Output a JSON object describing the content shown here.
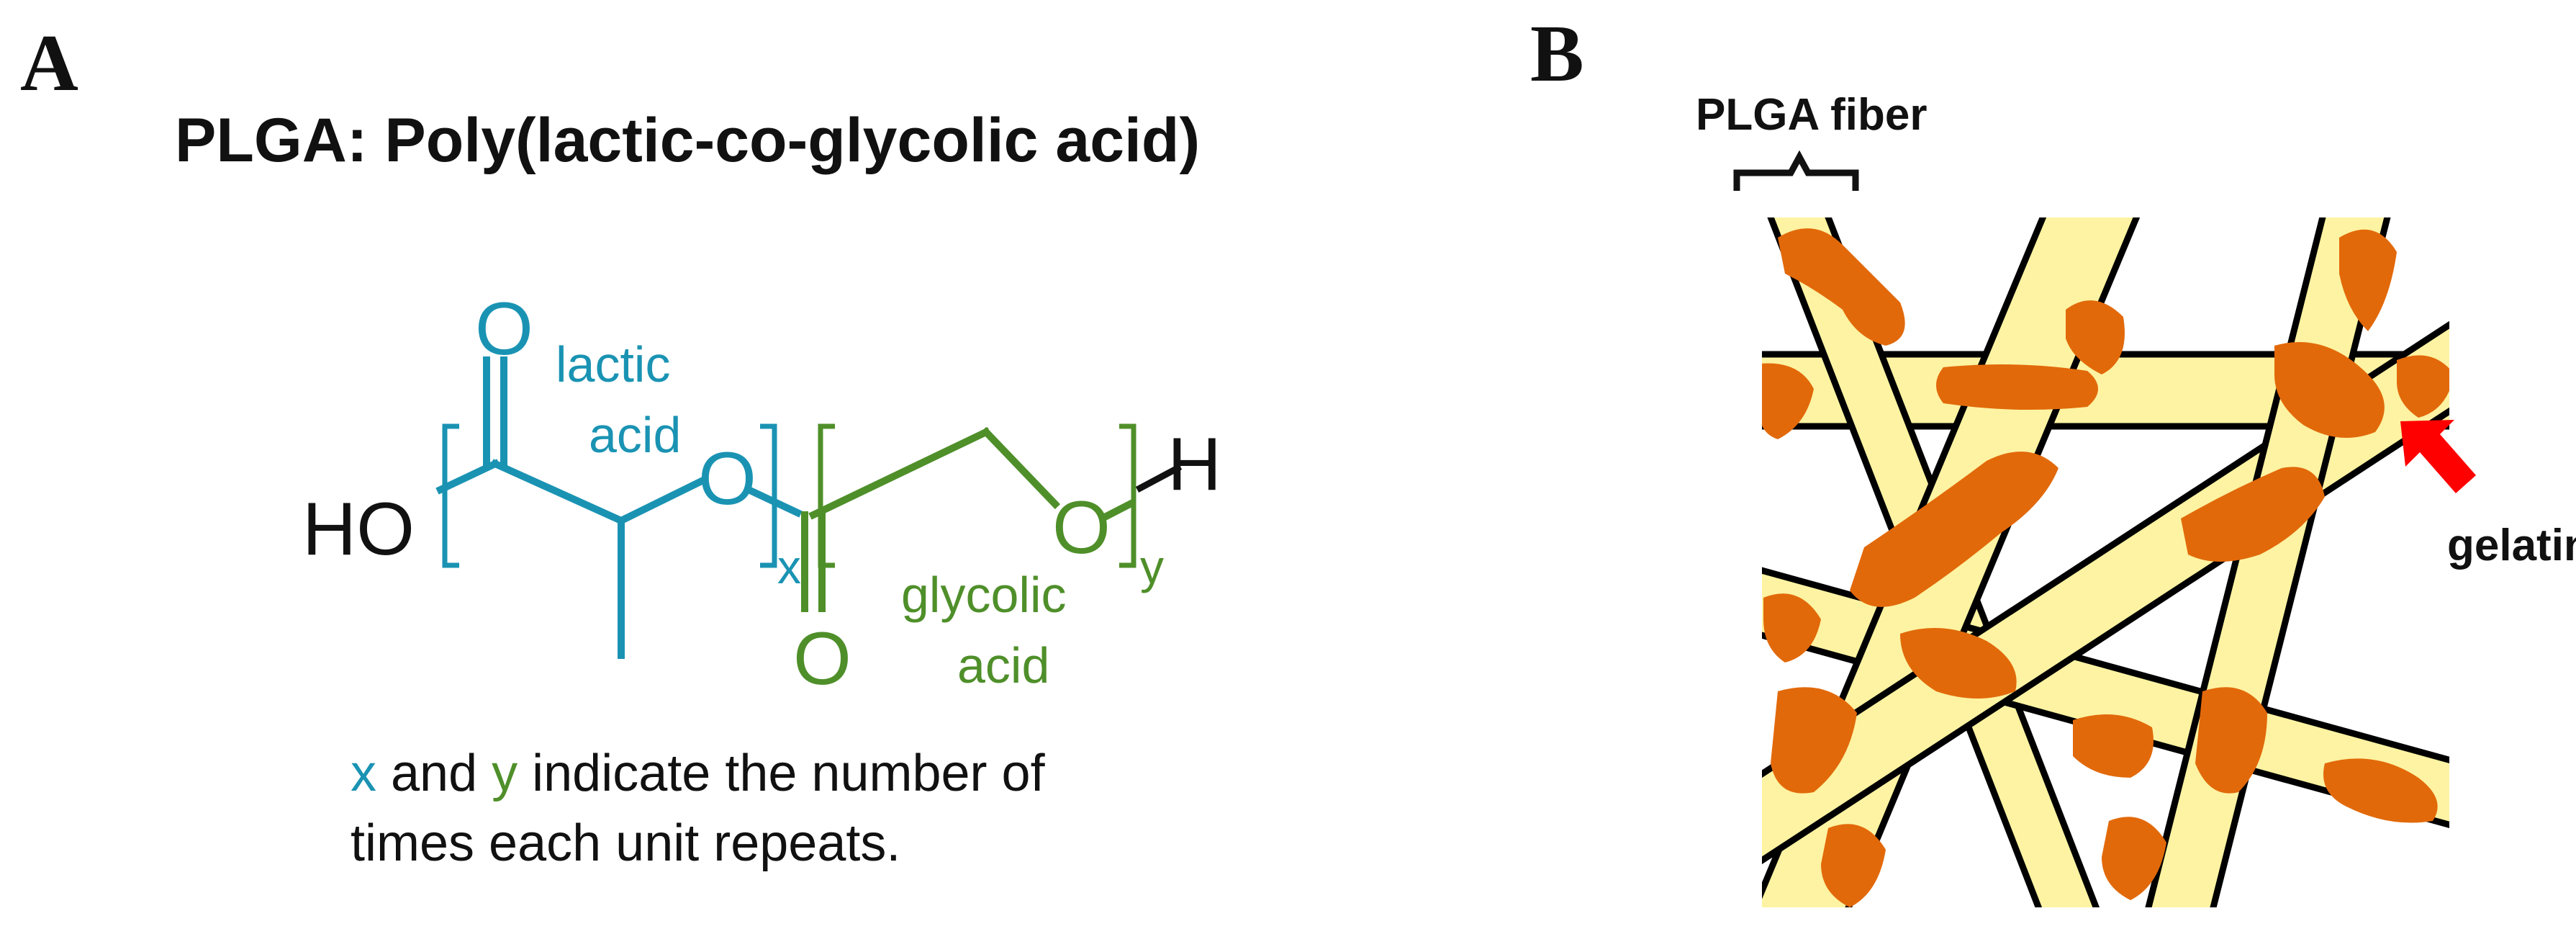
{
  "panel_a": {
    "letter": "A",
    "title": "PLGA: Poly(lactic-co-glycolic acid)",
    "atoms": {
      "ho": "HO",
      "o_carbonyl_lactic": "O",
      "o_ester_lactic": "O",
      "o_carbonyl_glycolic": "O",
      "o_ester_glycolic": "O",
      "h_end": "H"
    },
    "subscripts": {
      "x": "x",
      "y": "y"
    },
    "labels": {
      "lactic_line1": "lactic",
      "lactic_line2": "acid",
      "glycolic_line1": "glycolic",
      "glycolic_line2": "acid"
    },
    "caption": {
      "x": "x",
      "and": " and ",
      "y": "y",
      "rest_line1": " indicate the number of",
      "line2": "times each unit repeats."
    },
    "colors": {
      "lactic": "#1a93b3",
      "glycolic": "#4f8f2a",
      "text": "#111111"
    }
  },
  "panel_b": {
    "letter": "B",
    "fiber_label": "PLGA fiber",
    "gelatin_label": "gelatin",
    "colors": {
      "fiber_fill": "#fdf3a2",
      "fiber_outline": "#000000",
      "gelatin": "#e2690a",
      "arrow": "#ff0000"
    }
  }
}
